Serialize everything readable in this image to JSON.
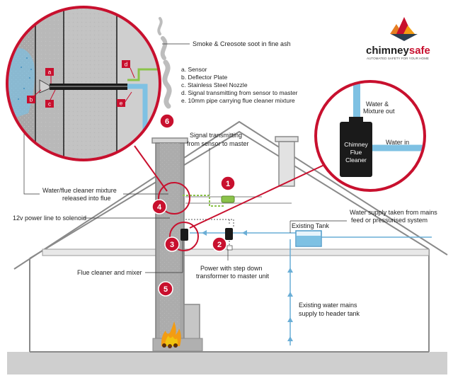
{
  "brand": {
    "name_part1": "chimney",
    "name_part2": "safe",
    "tagline": "AUTOMATED SAFETY FOR YOUR HOME"
  },
  "colors": {
    "red": "#c8102e",
    "water_blue": "#7ec1e3",
    "water_line": "#6aaed6",
    "signal_green": "#8bc34a",
    "chimney_grey": "#a0a0a0",
    "house_outline": "#8a8a8a",
    "ground": "#cfcfcf"
  },
  "labels": {
    "smoke": "Smoke & Creosote soot in fine ash",
    "signal": [
      "Signal transmitting",
      "from sensor to master"
    ],
    "mixture_released": [
      "Water/flue cleaner mixture",
      "released into flue"
    ],
    "power_line": "12v power line to solenoid",
    "water_supply": [
      "Water supply taken from mains",
      "feed or pressurised system"
    ],
    "existing_tank": "Existing Tank",
    "flue_cleaner": "Flue cleaner and mixer",
    "power_transformer": [
      "Power with step down",
      "transformer to master unit"
    ],
    "existing_mains": [
      "Existing water mains",
      "supply to header tank"
    ]
  },
  "legend": [
    {
      "letter": "a",
      "text": "Sensor"
    },
    {
      "letter": "b",
      "text": "Deflector Plate"
    },
    {
      "letter": "c",
      "text": "Stainless Steel Nozzle"
    },
    {
      "letter": "d",
      "text": "Signal transmitting from sensor to master"
    },
    {
      "letter": "e",
      "text": "10mm pipe carrying flue cleaner mixture"
    }
  ],
  "detail_markers": [
    "a",
    "b",
    "c",
    "d",
    "e"
  ],
  "zoom_right": {
    "out_label": [
      "Water &",
      "Mixture out"
    ],
    "in_label": "Water in",
    "unit_label": [
      "Chimney",
      "Flue",
      "Cleaner"
    ]
  },
  "badges": [
    "1",
    "2",
    "3",
    "4",
    "5",
    "6"
  ]
}
